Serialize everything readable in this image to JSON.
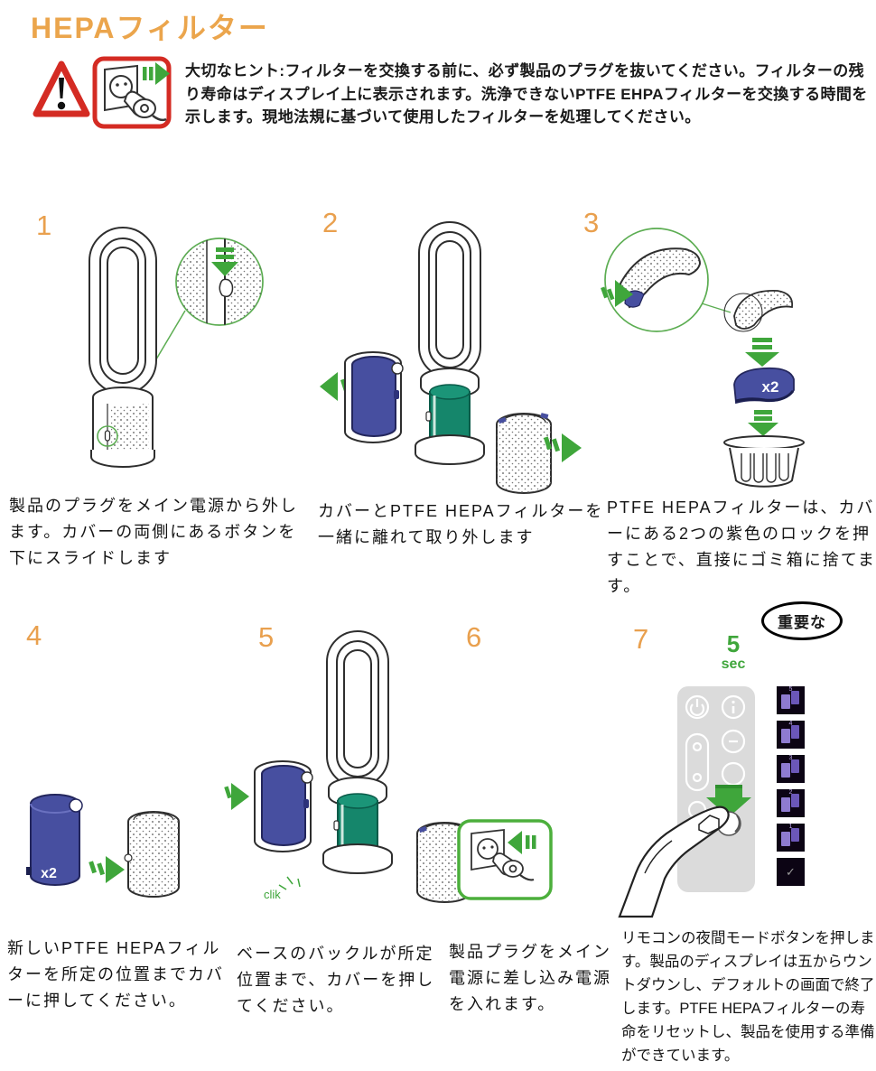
{
  "title": "HEPAフィルター",
  "warning": {
    "text": "大切なヒント:フィルターを交換する前に、必ず製品のプラグを抜いてください。フィルターの残り寿命はディスプレイ上に表示されます。洗浄できないPTFE EHPAフィルターを交換する時間を示します。現地法規に基づいて使用したフィルターを処理してください。"
  },
  "colors": {
    "accent_orange": "#E9A04E",
    "arrow_green": "#3FA63B",
    "magnifier_green": "#5CAD52",
    "warning_red": "#D42B23",
    "filter_blue": "#474FA0",
    "core_teal": "#15866B"
  },
  "steps": [
    {
      "number": "1",
      "caption": "製品のプラグをメイン電源から外します。カバーの両側にあるボタンを下にスライドします"
    },
    {
      "number": "2",
      "caption": "カバーとPTFE HEPAフィルターを一緒に離れて取り外します"
    },
    {
      "number": "3",
      "caption": "PTFE HEPAフィルターは、カバーにある2つの紫色のロックを押すことで、直接にゴミ箱に捨てます。",
      "x2_label": "x2"
    },
    {
      "number": "4",
      "caption": "新しいPTFE HEPAフィルターを所定の位置までカバーに押してください。",
      "x2_label": "x2"
    },
    {
      "number": "5",
      "caption": "ベースのバックルが所定位置まで、カバーを押してください。",
      "clik_label": "clik"
    },
    {
      "number": "6",
      "caption": "製品プラグをメイン電源に差し込み電源を入れます。"
    },
    {
      "number": "7",
      "caption": "リモコンの夜間モードボタンを押します。製品のディスプレイは五からウントダウンし、デフォルトの画面で終了します。PTFE HEPAフィルターの寿命をリセットし、製品を使用する準備ができています。",
      "timer_value": "5",
      "timer_unit": "sec",
      "important_label": "重要な",
      "countdown": [
        "5",
        "4",
        "3",
        "2",
        "1",
        "✓"
      ]
    }
  ]
}
